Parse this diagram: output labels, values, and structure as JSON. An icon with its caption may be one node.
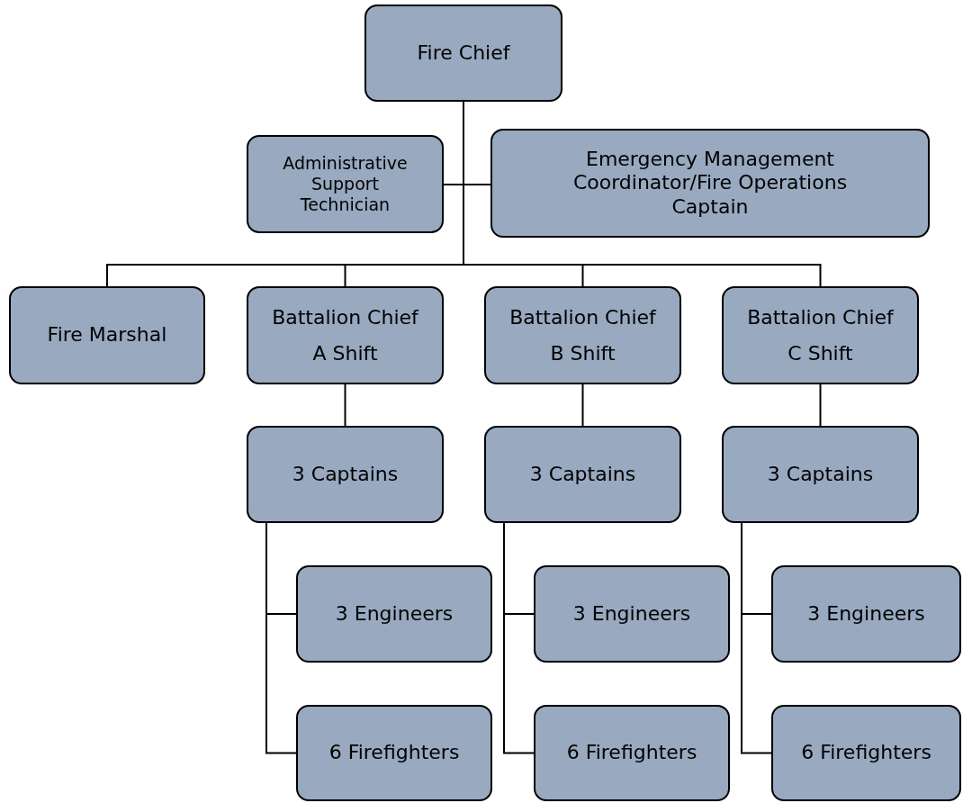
{
  "diagram": {
    "nodes": [
      {
        "text": [
          "Fire Chief"
        ]
      },
      {
        "text": [
          "Administrative Support Technician"
        ]
      },
      {
        "text": [
          "Emergency Management Coordinator/Fire Operations Captain"
        ]
      },
      {
        "text": [
          "Fire Marshal"
        ]
      },
      {
        "text": [
          "Battalion Chief",
          "A Shift"
        ]
      },
      {
        "text": [
          "Battalion Chief",
          "B Shift"
        ]
      },
      {
        "text": [
          "Battalion Chief",
          "C Shift"
        ]
      },
      {
        "text": [
          "3 Captains"
        ]
      },
      {
        "text": [
          "3 Engineers"
        ]
      },
      {
        "text": [
          "6 Firefighters"
        ]
      },
      {
        "text": [
          "3 Captains"
        ]
      },
      {
        "text": [
          "3 Engineers"
        ]
      },
      {
        "text": [
          "6 Firefighters"
        ]
      },
      {
        "text": [
          "3 Captains"
        ]
      },
      {
        "text": [
          "3 Engineers"
        ]
      },
      {
        "text": [
          "6 Firefighters"
        ]
      }
    ],
    "edges": [
      {
        "from": 0,
        "to": 1,
        "arrow": "none"
      },
      {
        "from": 0,
        "to": 2,
        "arrow": "none"
      },
      {
        "from": 0,
        "to": 3,
        "arrow": "none"
      },
      {
        "from": 0,
        "to": 4,
        "arrow": "none"
      },
      {
        "from": 0,
        "to": 5,
        "arrow": "none"
      },
      {
        "from": 0,
        "to": 6,
        "arrow": "none"
      },
      {
        "from": 4,
        "to": 7,
        "arrow": "none"
      },
      {
        "from": 7,
        "to": 8,
        "arrow": "none"
      },
      {
        "from": 7,
        "to": 9,
        "arrow": "none"
      },
      {
        "from": 5,
        "to": 10,
        "arrow": "none"
      },
      {
        "from": 10,
        "to": 11,
        "arrow": "none"
      },
      {
        "from": 10,
        "to": 12,
        "arrow": "none"
      },
      {
        "from": 6,
        "to": 13,
        "arrow": "none"
      },
      {
        "from": 13,
        "to": 14,
        "arrow": "none"
      },
      {
        "from": 13,
        "to": 15,
        "arrow": "none"
      }
    ]
  }
}
